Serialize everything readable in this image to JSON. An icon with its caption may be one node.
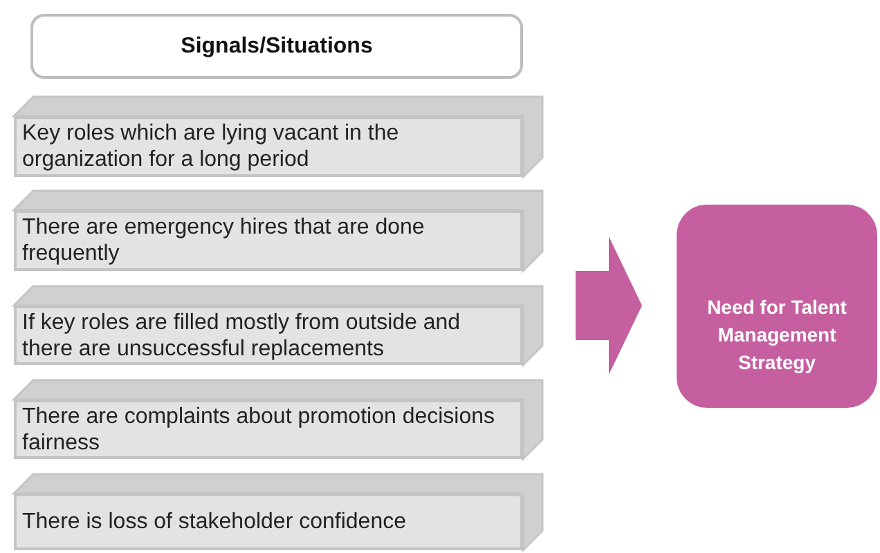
{
  "diagram": {
    "nodes": [
      {
        "text": [
          "Signals/Situations"
        ]
      },
      {
        "text": [
          "Key roles which are lying vacant in the organization for a long period"
        ]
      },
      {
        "text": [
          "There are emergency hires that are done frequently"
        ]
      },
      {
        "text": [
          "If key roles are filled mostly from outside and there are unsuccessful replacements"
        ]
      },
      {
        "text": [
          "There are complaints about promotion decisions fairness"
        ]
      },
      {
        "text": [
          "There is loss of stakeholder confidence"
        ]
      },
      {
        "text": [
          "Need for Talent Management Strategy"
        ]
      }
    ],
    "edges": [
      {
        "from": null,
        "to": 6,
        "arrow": "to",
        "style": "thick",
        "color": "#c55fa0"
      }
    ]
  }
}
